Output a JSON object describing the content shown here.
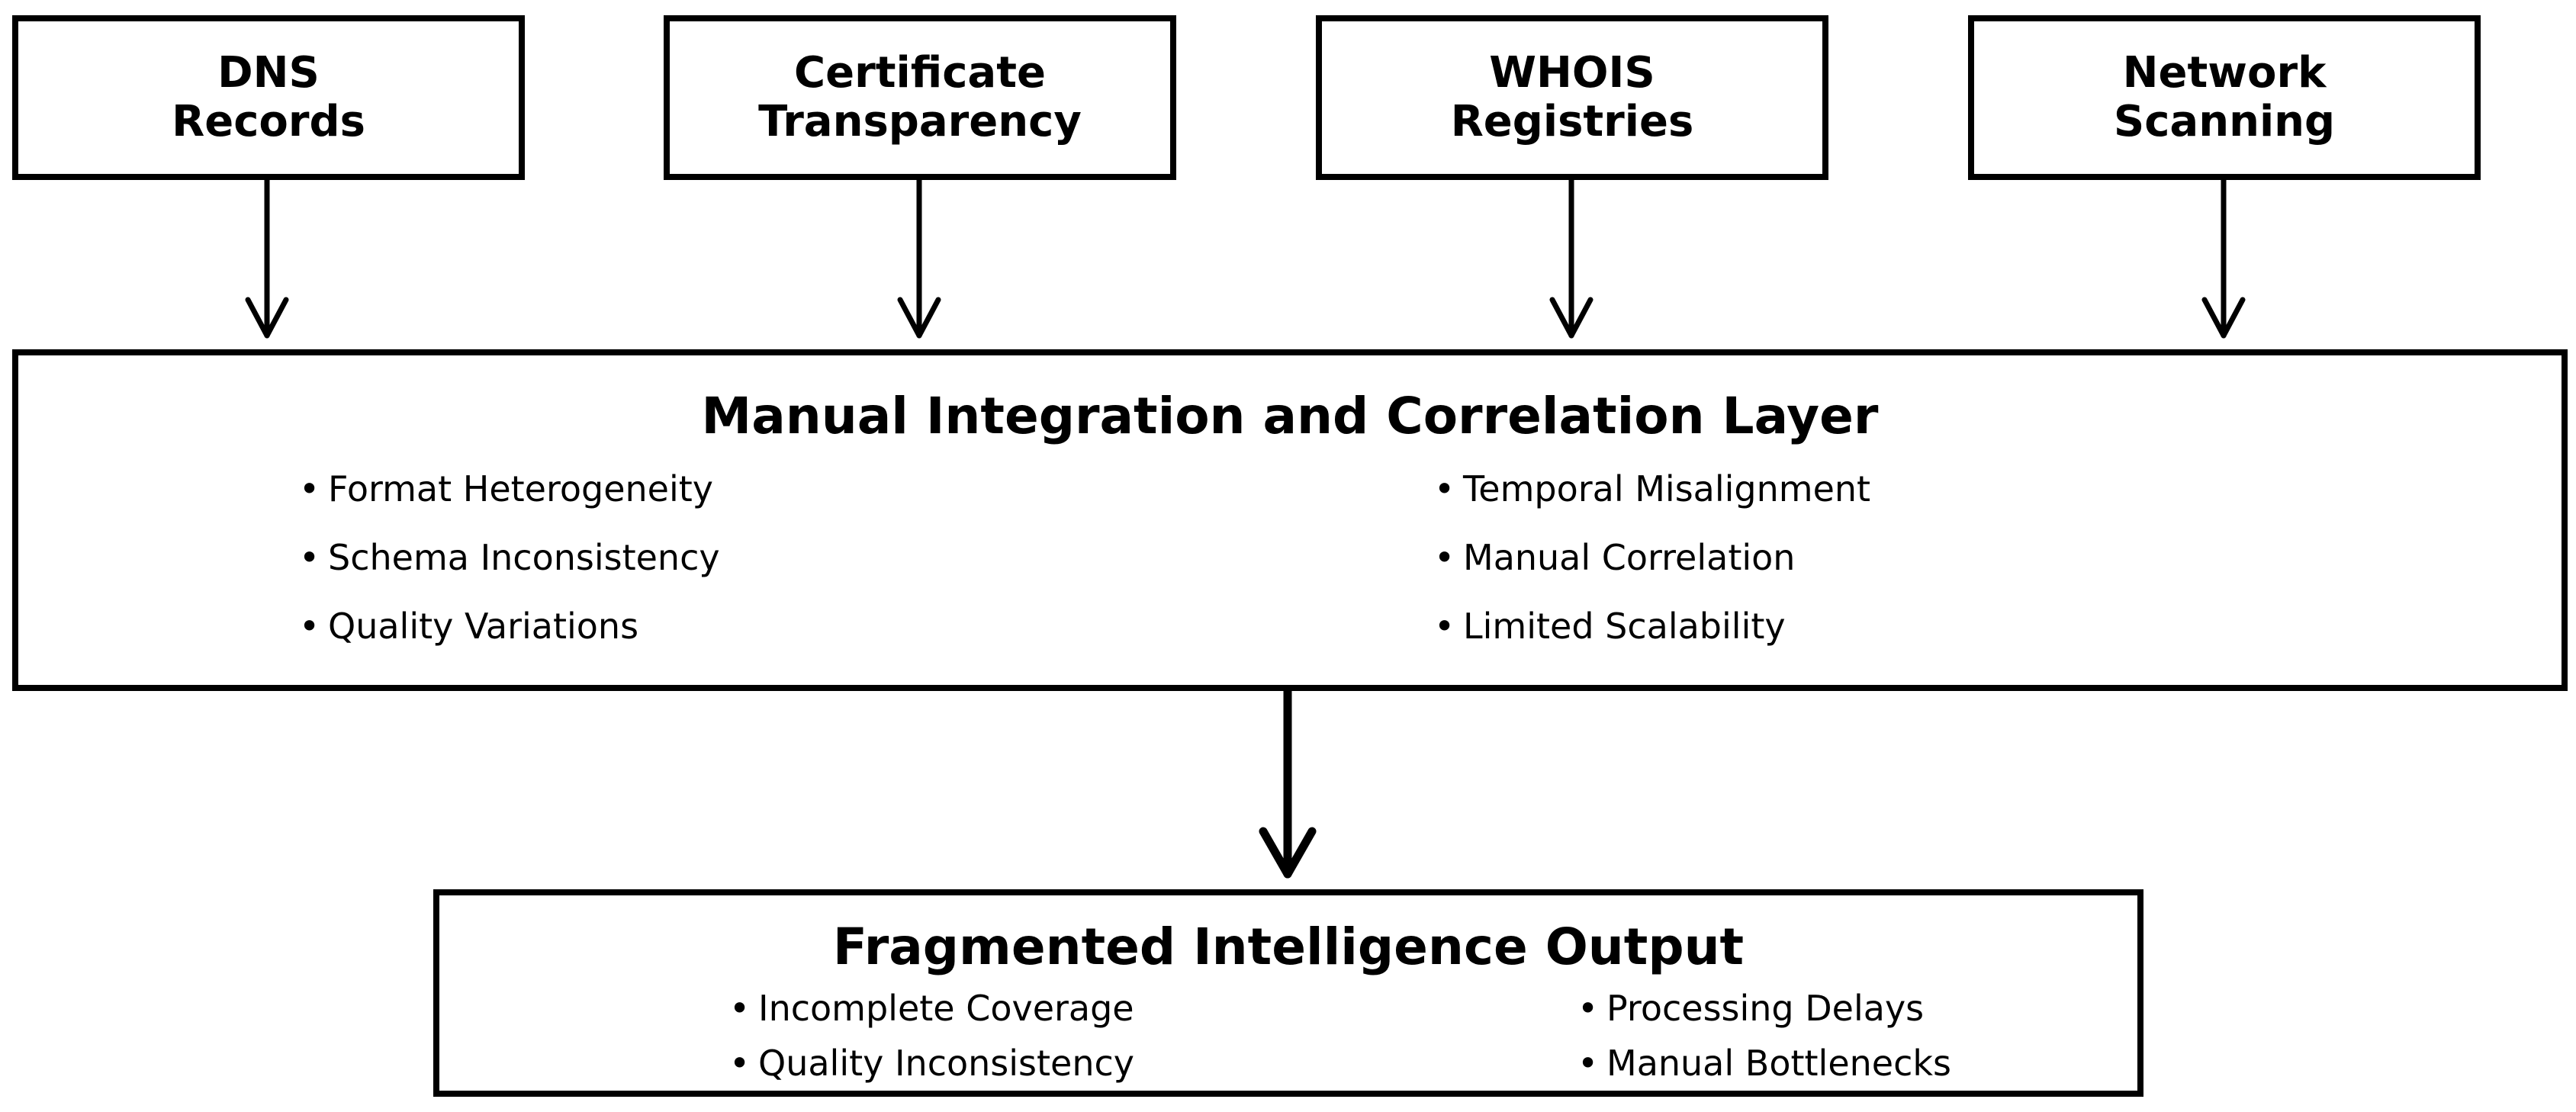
{
  "sources": [
    {
      "line1": "DNS",
      "line2": "Records"
    },
    {
      "line1": "Certificate",
      "line2": "Transparency"
    },
    {
      "line1": "WHOIS",
      "line2": "Registries"
    },
    {
      "line1": "Network",
      "line2": "Scanning"
    }
  ],
  "integration": {
    "title": "Manual Integration and Correlation Layer",
    "left_items": [
      "Format Heterogeneity",
      "Schema Inconsistency",
      "Quality Variations"
    ],
    "right_items": [
      "Temporal Misalignment",
      "Manual Correlation",
      "Limited Scalability"
    ]
  },
  "output": {
    "title": "Fragmented Intelligence Output",
    "left_items": [
      "Incomplete Coverage",
      "Quality Inconsistency"
    ],
    "right_items": [
      "Processing Delays",
      "Manual Bottlenecks"
    ]
  },
  "colors": {
    "stroke": "#000000",
    "background": "#ffffff"
  }
}
